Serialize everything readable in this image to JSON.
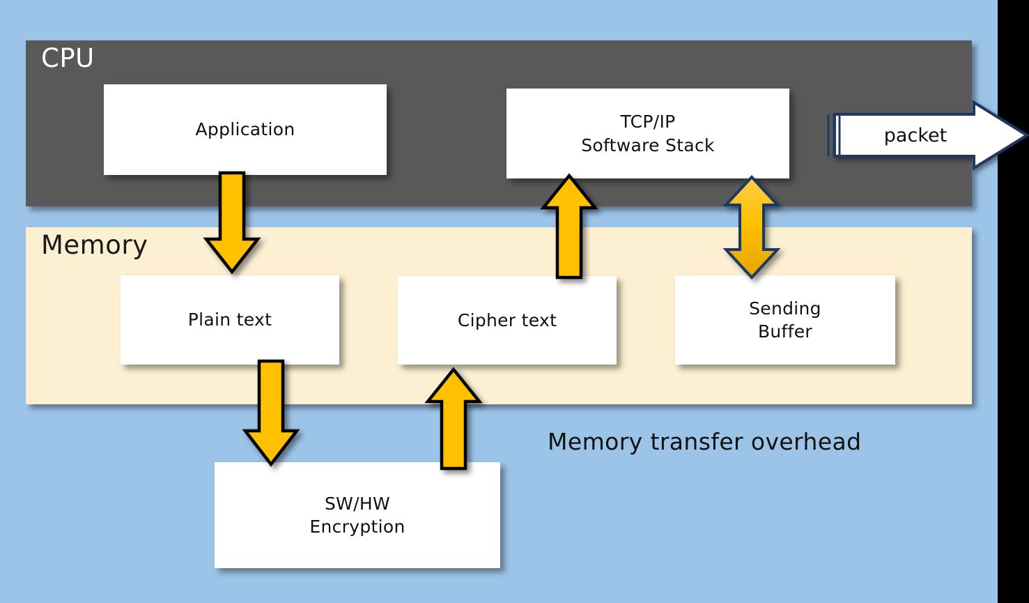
{
  "diagram": {
    "title_regions": {
      "cpu": "CPU",
      "memory": "Memory"
    },
    "boxes": {
      "application": "Application",
      "tcpip": "TCP/IP\nSoftware Stack",
      "plain_text": "Plain text",
      "cipher_text": "Cipher text",
      "sending_buffer": "Sending\nBuffer",
      "encryption": "SW/HW\nEncryption"
    },
    "captions": {
      "overhead": "Memory transfer overhead",
      "packet": "packet"
    },
    "colors": {
      "background_blue": "#9CC3E8",
      "cpu_gray": "#595959",
      "memory_cream": "#FCEFD2",
      "arrow_orange": "#FFC000",
      "arrow_outline_black": "#000000",
      "arrow_outline_navy": "#1F3864",
      "box_white": "#FFFFFF",
      "right_strip_black": "#000000"
    },
    "flows": [
      {
        "name": "application-to-plain-text",
        "from": "Application",
        "to": "Plain text",
        "direction": "down",
        "style": "orange-black-outline"
      },
      {
        "name": "plain-text-to-encryption",
        "from": "Plain text",
        "to": "SW/HW Encryption",
        "direction": "down",
        "style": "orange-black-outline"
      },
      {
        "name": "encryption-to-cipher-text",
        "from": "SW/HW Encryption",
        "to": "Cipher text",
        "direction": "up",
        "style": "orange-black-outline"
      },
      {
        "name": "cipher-text-to-tcpip",
        "from": "Cipher text",
        "to": "TCP/IP Software Stack",
        "direction": "up",
        "style": "orange-black-outline"
      },
      {
        "name": "sending-buffer-to-tcpip",
        "from": "Sending Buffer",
        "to": "TCP/IP Software Stack",
        "direction": "both",
        "style": "orange-navy-gradient"
      },
      {
        "name": "tcpip-to-network",
        "from": "TCP/IP Software Stack",
        "to": "network",
        "direction": "right",
        "style": "white-navy-outline",
        "label": "packet"
      }
    ]
  }
}
